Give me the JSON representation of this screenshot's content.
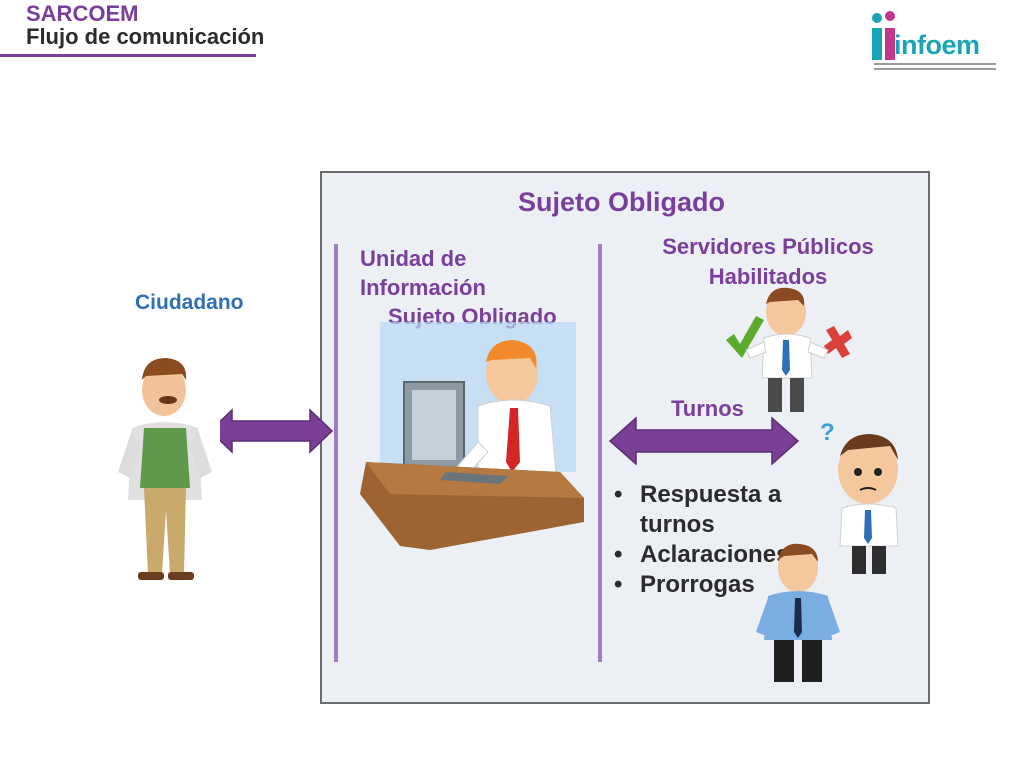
{
  "header": {
    "title": "SARCOEM",
    "subtitle": "Flujo de comunicación"
  },
  "logo": {
    "wordmark": "infoem"
  },
  "diagram": {
    "panel_title": "Sujeto Obligado",
    "unidad_label": [
      "Unidad de",
      "Información",
      "Sujeto Obligado"
    ],
    "servidores_label": [
      "Servidores Públicos",
      "Habilitados"
    ],
    "turnos_label": "Turnos",
    "ciudadano_label": "Ciudadano",
    "bullets": [
      "Respuesta a turnos",
      "Aclaraciones",
      "Prorrogas"
    ]
  },
  "colors": {
    "accent_purple": "#7a3e9d",
    "label_blue": "#2e6fb8",
    "arrow_purple": "#7b3f97",
    "logo_teal": "#1aa4b8",
    "logo_pink": "#c2368c"
  }
}
